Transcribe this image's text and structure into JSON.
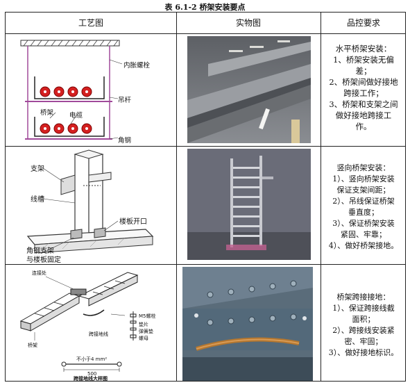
{
  "table_title": "表 6.1-2   桥架安装要点",
  "columns": [
    "工艺图",
    "实物图",
    "品控要求"
  ],
  "rows": [
    {
      "diagram_labels": {
        "anchor_bolt": "内胀螺栓",
        "hanger_rod": "吊杆",
        "tray": "桥架",
        "cable": "电缆",
        "angle_steel": "角钢"
      },
      "requirements": [
        "水平桥架安装：",
        "1、桥架安装无偏",
        "差；",
        "2、桥架间做好接地",
        "跨接工作；",
        "3、桥架和支架之间",
        "做好接地跨接工",
        "作。"
      ]
    },
    {
      "diagram_labels": {
        "bracket": "支架",
        "trunking": "线槽",
        "floor_opening": "楼板开口",
        "angle_bracket": "角钢支架",
        "fixed_to_floor": "与楼板固定"
      },
      "requirements": [
        "竖向桥架安装：",
        "1）、竖向桥架安装",
        "保证支架间距；",
        "2）、吊线保证桥架",
        "垂直度；",
        "3）、保证桥架安装",
        "紧固、牢靠；",
        "4）、做好桥架接地。"
      ]
    },
    {
      "diagram_labels": {
        "connector": "连接处",
        "m5_bolt": "M5螺栓",
        "washer": "垫片",
        "spring_washer": "弹簧垫",
        "nut": "螺母",
        "jumper": "跨接地线",
        "tray": "桥架",
        "wire_spec": "不小于4 mm²",
        "dimension": "500",
        "detail_title": "跨接地线大样图"
      },
      "requirements": [
        "桥架跨接接地：",
        "1）、保证跨接线截",
        "面积；",
        "2）、跨接线安装紧",
        "密、牢固；",
        "3）、做好接地标识。"
      ]
    }
  ],
  "colors": {
    "photo_gray": "#7b7d82",
    "cable_red": "#d42020",
    "frame_purple": "#a04a9a"
  }
}
